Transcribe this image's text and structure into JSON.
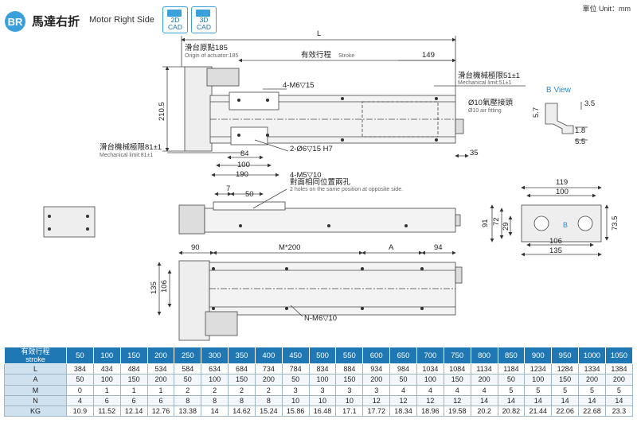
{
  "header": {
    "badge": "BR",
    "title_zh": "馬達右折",
    "title_en": "Motor Right Side",
    "cad_2d_top": "2D",
    "cad_2d_bottom": "CAD",
    "cad_3d_top": "3D",
    "cad_3d_bottom": "CAD",
    "unit": "單位 Unit：mm"
  },
  "drawing": {
    "L": "L",
    "origin_zh": "滑台原點185",
    "origin_en": "Origin of actuator:185",
    "stroke_zh": "有效行程",
    "stroke_en": "Stroke",
    "dim_149": "149",
    "limit51_zh": "滑台機械極限51±1",
    "limit51_en": "Mechanical limit:51±1",
    "m6_15": "4-M6▽15",
    "dim_2105": "210.5",
    "air_zh": "Ø10氣壓接頭",
    "air_en": "Ø10 air fitting",
    "limit81_zh": "滑台機械極限81±1",
    "limit81_en": "Mechanical limit:81±1",
    "hole_h7": "2-Ø6▽15 H7",
    "dim_35": "35",
    "dim_84": "84",
    "dim_100a": "100",
    "dim_190": "190",
    "bview": "B View",
    "b35": "3.5",
    "b57": "5.7",
    "b18": "1.8",
    "b55": "5.5",
    "m5_10": "4-M5▽10",
    "opp_zh": "對面相同位置兩孔",
    "opp_en": "2 holes on the same position at opposite side.",
    "dim_7": "7",
    "dim_50": "50",
    "dim_119": "119",
    "dim_100b": "100",
    "dim_91": "91",
    "dim_72": "72",
    "dim_29": "29",
    "dim_735": "73.5",
    "dim_106a": "106",
    "dim_135a": "135",
    "B": "B",
    "dim_90": "90",
    "dim_m200": "M*200",
    "dim_A": "A",
    "dim_94": "94",
    "dim_135b": "135",
    "dim_106b": "106",
    "nm6": "N-M6▽10"
  },
  "table": {
    "corner": "有效行程\nstroke",
    "strokes": [
      "50",
      "100",
      "150",
      "200",
      "250",
      "300",
      "350",
      "400",
      "450",
      "500",
      "550",
      "600",
      "650",
      "700",
      "750",
      "800",
      "850",
      "900",
      "950",
      "1000",
      "1050"
    ],
    "rows": [
      {
        "label": "L",
        "values": [
          "384",
          "434",
          "484",
          "534",
          "584",
          "634",
          "684",
          "734",
          "784",
          "834",
          "884",
          "934",
          "984",
          "1034",
          "1084",
          "1134",
          "1184",
          "1234",
          "1284",
          "1334",
          "1384"
        ]
      },
      {
        "label": "A",
        "values": [
          "50",
          "100",
          "150",
          "200",
          "50",
          "100",
          "150",
          "200",
          "50",
          "100",
          "150",
          "200",
          "50",
          "100",
          "150",
          "200",
          "50",
          "100",
          "150",
          "200",
          "200"
        ]
      },
      {
        "label": "M",
        "values": [
          "0",
          "1",
          "1",
          "1",
          "2",
          "2",
          "2",
          "2",
          "3",
          "3",
          "3",
          "3",
          "4",
          "4",
          "4",
          "4",
          "5",
          "5",
          "5",
          "5",
          "5"
        ]
      },
      {
        "label": "N",
        "values": [
          "4",
          "6",
          "6",
          "6",
          "8",
          "8",
          "8",
          "8",
          "10",
          "10",
          "10",
          "12",
          "12",
          "12",
          "12",
          "14",
          "14",
          "14",
          "14",
          "14",
          "14"
        ]
      },
      {
        "label": "KG",
        "values": [
          "10.9",
          "11.52",
          "12.14",
          "12.76",
          "13.38",
          "14",
          "14.62",
          "15.24",
          "15.86",
          "16.48",
          "17.1",
          "17.72",
          "18.34",
          "18.96",
          "19.58",
          "20.2",
          "20.82",
          "21.44",
          "22.06",
          "22.68",
          "23.3"
        ]
      }
    ]
  }
}
